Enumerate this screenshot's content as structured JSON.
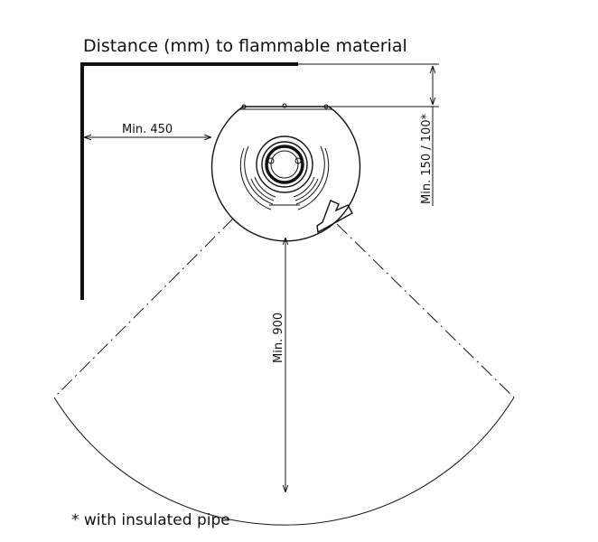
{
  "title": "Distance (mm) to flammable material",
  "labels": {
    "side_clearance": "Min. 450",
    "rear_clearance": "Min. 150 / 100*",
    "front_clearance": "Min. 900"
  },
  "footnote": "* with insulated pipe",
  "colors": {
    "ink": "#111111",
    "background": "#ffffff"
  }
}
